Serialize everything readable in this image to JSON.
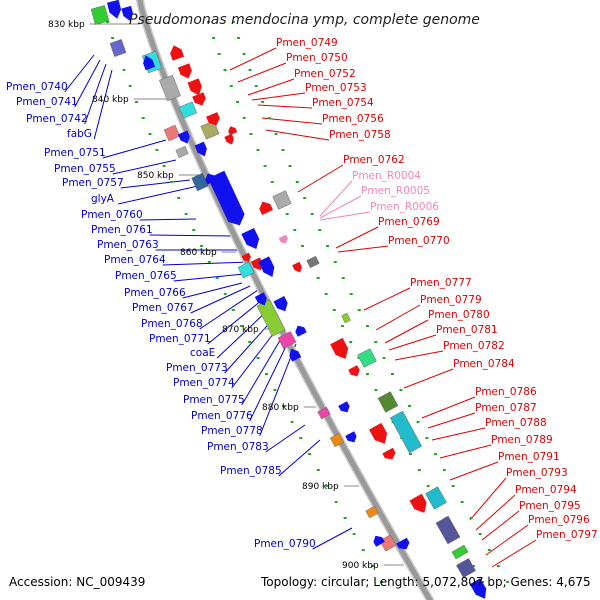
{
  "title": "Pseudomonas mendocina ymp, complete genome",
  "footer": {
    "accession": "Accession: NC_009439",
    "topology": "Topology: circular; Length: 5,072,807 bp; Genes: 4,675"
  },
  "colors": {
    "left_label": "#0000cc",
    "right_label": "#dd0000",
    "rna_label": "#ee88bb",
    "backbone": "#999999",
    "tick_mark": "#22aa22"
  },
  "kbp_ticks": [
    "830 kbp",
    "840 kbp",
    "850 kbp",
    "860 kbp",
    "870 kbp",
    "880 kbp",
    "890 kbp",
    "900 kbp"
  ],
  "left_labels": [
    "Pmen_0740",
    "Pmen_0741",
    "Pmen_0742",
    "fabG",
    "Pmen_0751",
    "Pmen_0755",
    "Pmen_0757",
    "glyA",
    "Pmen_0760",
    "Pmen_0761",
    "Pmen_0763",
    "Pmen_0764",
    "Pmen_0765",
    "Pmen_0766",
    "Pmen_0767",
    "Pmen_0768",
    "Pmen_0771",
    "coaE",
    "Pmen_0773",
    "Pmen_0774",
    "Pmen_0775",
    "Pmen_0776",
    "Pmen_0778",
    "Pmen_0783",
    "Pmen_0785",
    "Pmen_0790"
  ],
  "right_labels": [
    "Pmen_0749",
    "Pmen_0750",
    "Pmen_0752",
    "Pmen_0753",
    "Pmen_0754",
    "Pmen_0756",
    "Pmen_0758",
    "Pmen_0762",
    "Pmen_R0004",
    "Pmen_R0005",
    "Pmen_R0006",
    "Pmen_0769",
    "Pmen_0770",
    "Pmen_0777",
    "Pmen_0779",
    "Pmen_0780",
    "Pmen_0781",
    "Pmen_0782",
    "Pmen_0784",
    "Pmen_0786",
    "Pmen_0787",
    "Pmen_0788",
    "Pmen_0789",
    "Pmen_0791",
    "Pmen_0793",
    "Pmen_0794",
    "Pmen_0795",
    "Pmen_0796",
    "Pmen_0797"
  ],
  "rna_labels": [
    "Pmen_R0004",
    "Pmen_R0005",
    "Pmen_R0006"
  ]
}
